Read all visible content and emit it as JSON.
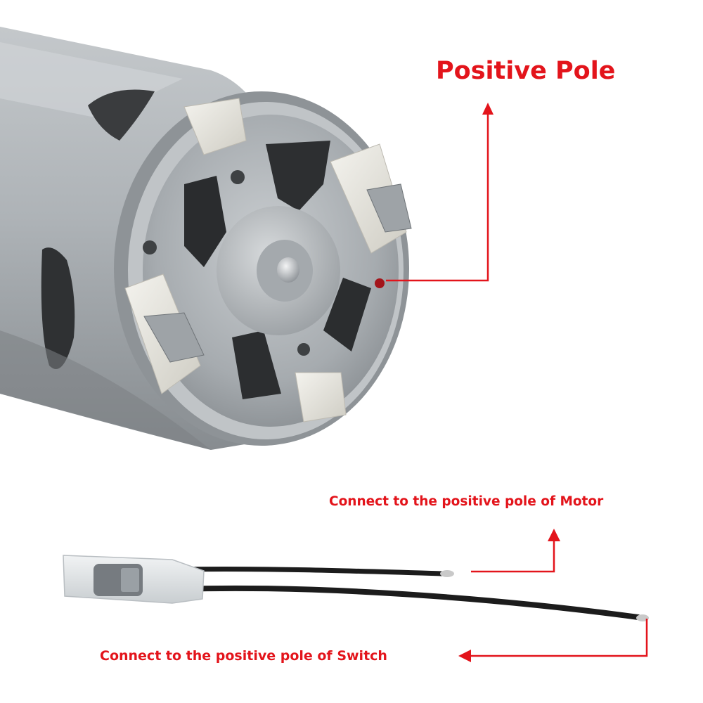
{
  "labels": {
    "positive_pole": "Positive Pole",
    "connect_motor": "Connect to the positive pole of Motor",
    "connect_switch": "Connect to the positive pole of Switch"
  },
  "colors": {
    "annotation_red": "#e3141b",
    "background": "#ffffff",
    "motor_metal": "#b4b8bb",
    "wire_black": "#1c1c1c"
  },
  "icons": [
    "arrow-up-icon",
    "arrow-left-icon"
  ]
}
